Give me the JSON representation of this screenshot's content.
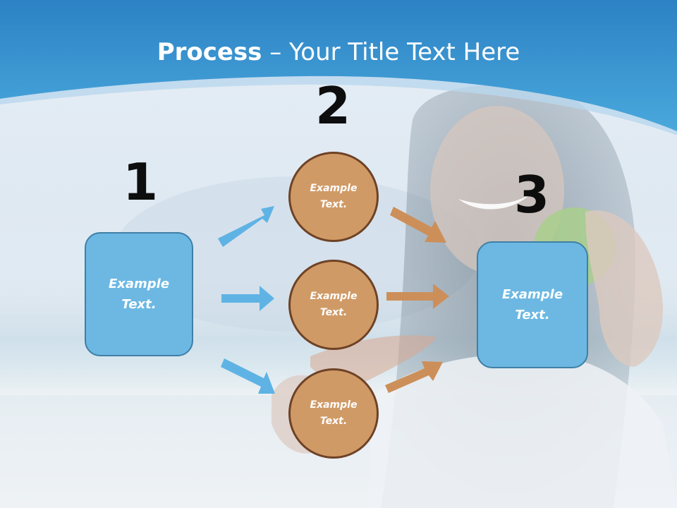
{
  "slide": {
    "title_bold": "Process",
    "title_rest": " – Your Title Text Here",
    "step_numbers": [
      "1",
      "2",
      "3"
    ],
    "box_left_text": "Example Text.",
    "box_right_text": "Example Text.",
    "circles": [
      "Example Text.",
      "Example Text.",
      "Example Text."
    ]
  },
  "colors": {
    "header_blue": "#3d9ad6",
    "box_fill": "#6cb8e3",
    "box_border": "#3f7fa6",
    "circle_fill": "#d09a66",
    "circle_border": "#6e4226",
    "arrow_blue": "#5fb3e4",
    "arrow_orange": "#cc8f5a"
  }
}
